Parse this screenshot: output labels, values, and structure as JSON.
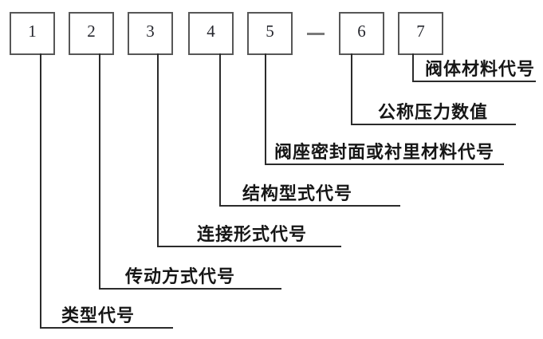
{
  "diagram": {
    "boxes": [
      {
        "number": "1",
        "label": "类型代号"
      },
      {
        "number": "2",
        "label": "传动方式代号"
      },
      {
        "number": "3",
        "label": "连接形式代号"
      },
      {
        "number": "4",
        "label": "结构型式代号"
      },
      {
        "number": "5",
        "label": "阀座密封面或衬里材料代号"
      },
      {
        "number": "6",
        "label": "公称压力数值"
      },
      {
        "number": "7",
        "label": "阀体材料代号"
      }
    ],
    "separator": "—",
    "colors": {
      "background": "#ffffff",
      "line": "#2b2b2b",
      "box_border": "#575757",
      "text": "#161616",
      "separator_dash": "#7a7a7a"
    }
  }
}
